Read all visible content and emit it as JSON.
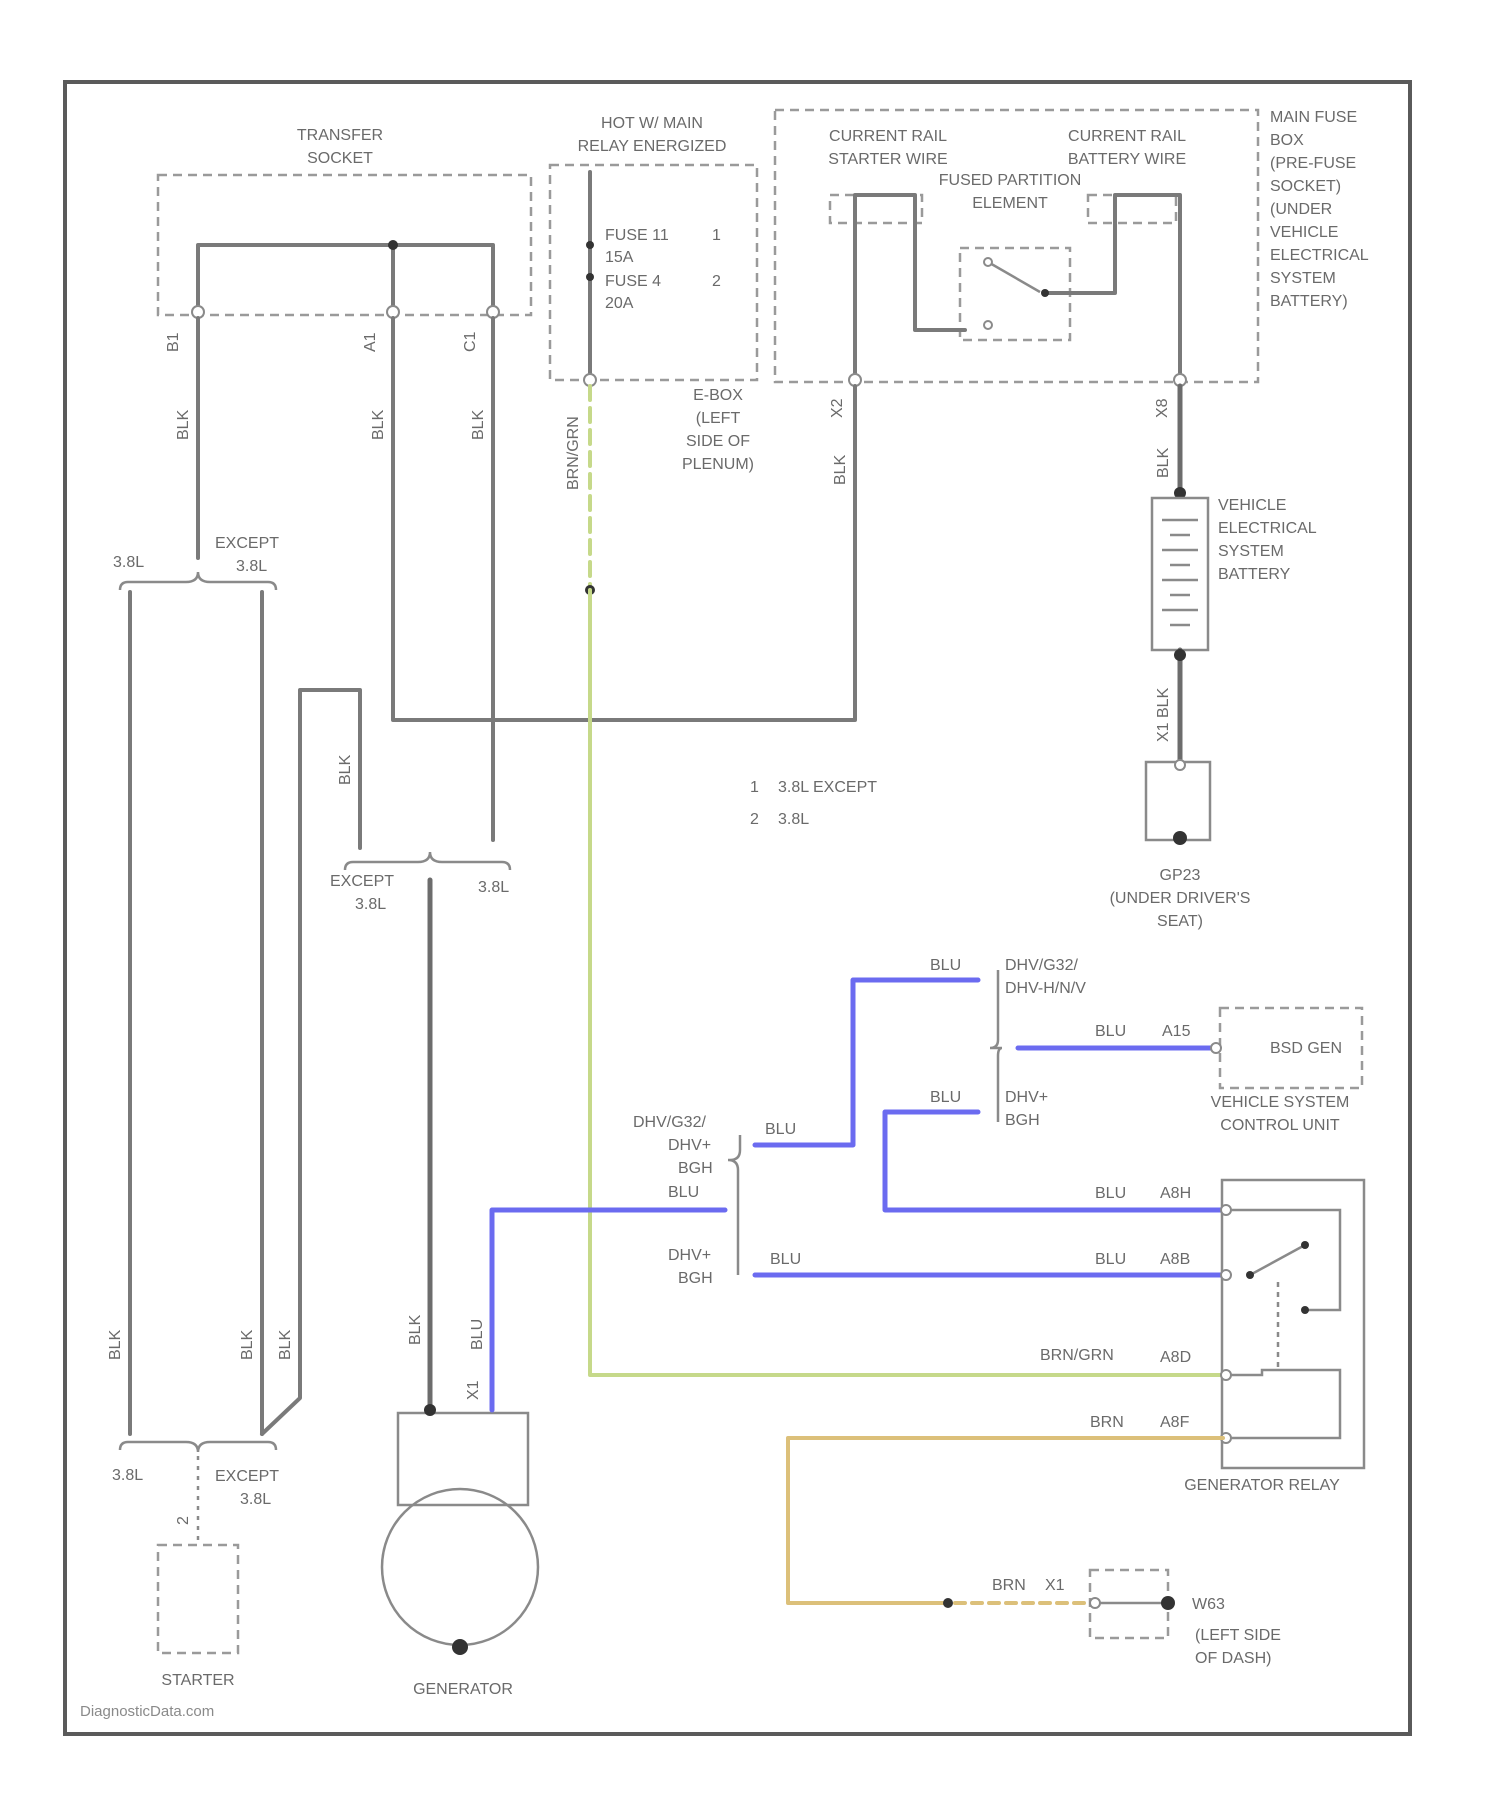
{
  "transfer_socket": {
    "line1": "TRANSFER",
    "line2": "SOCKET",
    "pins": [
      "B1",
      "A1",
      "C1"
    ]
  },
  "hot_relay": {
    "line1": "HOT W/ MAIN",
    "line2": "RELAY ENERGIZED",
    "fuse11": "FUSE 11",
    "fuse11_rating": "15A",
    "fuse11_note": "1",
    "fuse4": "FUSE 4",
    "fuse4_rating": "20A",
    "fuse4_note": "2"
  },
  "ebox": {
    "line1": "E-BOX",
    "line2": "(LEFT",
    "line3": "SIDE OF",
    "line4": "PLENUM)"
  },
  "main_fuse": {
    "rail_starter_1": "CURRENT RAIL",
    "rail_starter_2": "STARTER WIRE",
    "rail_battery_1": "CURRENT RAIL",
    "rail_battery_2": "BATTERY WIRE",
    "partition_1": "FUSED PARTITION",
    "partition_2": "ELEMENT",
    "label_lines": [
      "MAIN FUSE",
      "BOX",
      "(PRE-FUSE",
      "SOCKET)",
      "(UNDER",
      "VEHICLE",
      "ELECTRICAL",
      "SYSTEM",
      "BATTERY)"
    ],
    "pin_left": "X2",
    "pin_right": "X8"
  },
  "battery": {
    "lines": [
      "VEHICLE",
      "ELECTRICAL",
      "SYSTEM",
      "BATTERY"
    ]
  },
  "ground_gp23": {
    "id": "GP23",
    "line2": "(UNDER DRIVER'S",
    "line3": "SEAT)",
    "pin": "X1"
  },
  "wire_colors": {
    "blk": "BLK",
    "blu": "BLU",
    "brngrn": "BRN/GRN",
    "brn": "BRN"
  },
  "branch_labels": {
    "top_left": "3.8L",
    "top_right_1": "EXCEPT",
    "top_right_2": "3.8L",
    "mid_left_1": "EXCEPT",
    "mid_left_2": "3.8L",
    "mid_right": "3.8L",
    "bot_left": "3.8L",
    "bot_right_1": "EXCEPT",
    "bot_right_2": "3.8L"
  },
  "notes": [
    {
      "num": "1",
      "text": "3.8L EXCEPT"
    },
    {
      "num": "2",
      "text": "3.8L"
    }
  ],
  "blue_branches": {
    "upper_1": "DHV/G32/",
    "upper_2": "DHV-H/N/V",
    "middle_1": "DHV+",
    "middle_2": "BGH",
    "left_1": "DHV/G32/",
    "left_2": "DHV+",
    "left_3": "BGH",
    "lower_1": "DHV+",
    "lower_2": "BGH"
  },
  "vscu": {
    "pin": "A15",
    "label": "BSD GEN",
    "line1": "VEHICLE SYSTEM",
    "line2": "CONTROL UNIT"
  },
  "gen_relay": {
    "pins": [
      "A8H",
      "A8B",
      "A8D",
      "A8F"
    ],
    "label": "GENERATOR RELAY"
  },
  "ground_w": {
    "wire": "BRN",
    "pin": "X1",
    "id": "W63",
    "line2": "(LEFT SIDE",
    "line3": "OF DASH)"
  },
  "starter": {
    "label": "STARTER",
    "pin": "2"
  },
  "generator": {
    "label": "GENERATOR",
    "pin": "X1"
  },
  "watermark": "DiagnosticData.com",
  "colors": {
    "blue": "#6b6bf0",
    "green": "#c6d98a",
    "tan": "#dcc07a",
    "gray": "#7a7a7a"
  }
}
